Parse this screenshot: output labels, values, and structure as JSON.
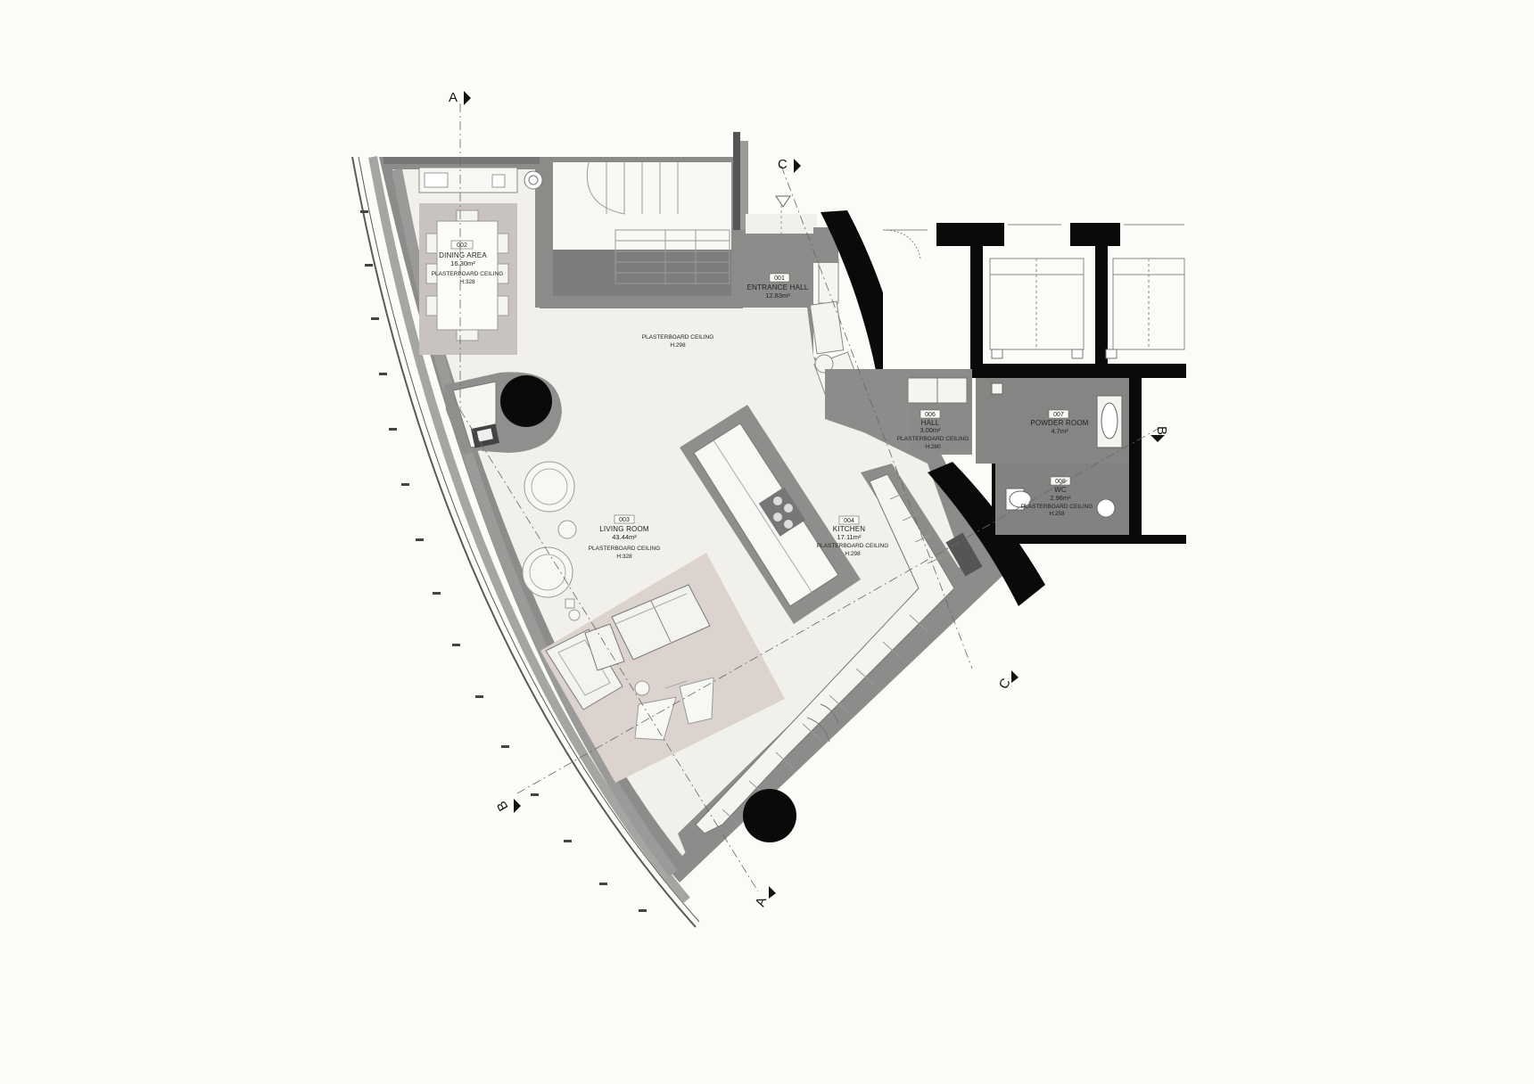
{
  "rooms": {
    "dining": {
      "number": "002",
      "name": "DINING AREA",
      "area": "16.30m²",
      "ceiling": "PLASTERBOARD CEILING",
      "height": "H:328"
    },
    "entrance": {
      "number": "001",
      "name": "ENTRANCE HALL",
      "area": "12.83m²"
    },
    "open_ceiling": {
      "ceiling": "PLASTERBOARD CEILING",
      "height": "H:298"
    },
    "living": {
      "number": "003",
      "name": "LIVING ROOM",
      "area": "43.44m²",
      "ceiling": "PLASTERBOARD CEILING",
      "height": "H:328"
    },
    "kitchen": {
      "number": "004",
      "name": "KITCHEN",
      "area": "17.11m²",
      "ceiling": "PLASTERBOARD CEILING",
      "height": "H:298"
    },
    "hall": {
      "number": "006",
      "name": "HALL",
      "area": "3.00m²",
      "ceiling": "PLASTERBOARD CEILING",
      "height": "H:280"
    },
    "powder": {
      "number": "007",
      "name": "POWDER ROOM",
      "area": "4.7m²"
    },
    "wc": {
      "number": "008",
      "name": "WC",
      "area": "2.96m²",
      "ceiling": "PLASTERBOARD CEILING",
      "height": "H:258"
    }
  },
  "sections": {
    "a_top": "A",
    "a_bottom": "A",
    "b_right": "B",
    "b_left": "B",
    "c_top": "C",
    "c_bottom": "C"
  },
  "colors": {
    "background": "#fbfbf7",
    "floor": "#f1f0ea",
    "wall": "#8e8e8c",
    "stone": "#7f7f7d",
    "black": "#0a0a0a",
    "rug": "#dcd3ce",
    "rug_dining": "#c9c3bf"
  }
}
